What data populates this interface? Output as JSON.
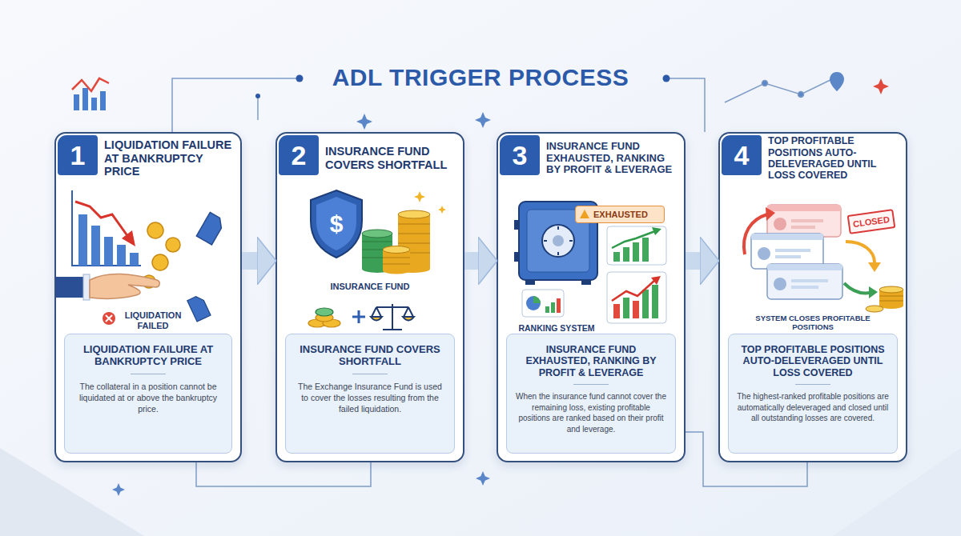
{
  "diagram": {
    "title": "ADL TRIGGER PROCESS",
    "nodes": [
      {
        "text": [
          "LIQUIDATION FAILURE AT BANKRUPTCY PRICE"
        ]
      },
      {
        "text": [
          "1"
        ],
        "in": 0
      },
      {
        "text": [
          "LIQUIDATION FAILURE AT BANKRUPTCY PRICE",
          "The collateral in a position cannot be liquidated at or above the bankruptcy price."
        ],
        "in": 0
      },
      {
        "text": [
          "INSURANCE FUND COVERS SHORTFALL"
        ]
      },
      {
        "text": [
          "2"
        ],
        "in": 3
      },
      {
        "text": [
          "INSURANCE FUND COVERS SHORTFALL",
          "The Exchange Insurance Fund is used to cover the losses resulting from the failed liquidation."
        ],
        "in": 3
      },
      {
        "text": [
          "INSURANCE FUND EXHAUSTED, RANKING BY PROFIT & LEVERAGE"
        ]
      },
      {
        "text": [
          "3"
        ],
        "in": 6
      },
      {
        "text": [
          "EXHAUSTED"
        ],
        "in": 6
      },
      {
        "text": [
          "INSURANCE FUND EXHAUSTED, RANKING BY PROFIT & LEVERAGE",
          "When the insurance fund cannot cover the remaining loss, existing profitable positions are ranked based on their profit and leverage."
        ],
        "in": 6
      },
      {
        "text": [
          "TOP PROFITABLE POSITIONS AUTO-DELEVERAGED UNTIL LOSS COVERED"
        ]
      },
      {
        "text": [
          "4"
        ],
        "in": 10
      },
      {
        "text": [
          "CLOSED"
        ],
        "in": 10
      },
      {
        "text": [
          "TOP PROFITABLE POSITIONS AUTO-DELEVERAGED UNTIL LOSS COVERED",
          "The highest-ranked profitable positions are automatically deleveraged and closed until all outstanding losses are covered."
        ],
        "in": 10
      }
    ],
    "edges": [
      {
        "from": 0,
        "to": 3,
        "arrow": "to"
      },
      {
        "from": 3,
        "to": 6,
        "arrow": "to"
      },
      {
        "from": 6,
        "to": 10,
        "arrow": "to"
      }
    ],
    "labels": [
      "LIQUIDATION FAILED",
      "$",
      "INSURANCE FUND",
      "RANKING SYSTEM",
      "SYSTEM CLOSES PROFITABLE POSITIONS"
    ]
  }
}
